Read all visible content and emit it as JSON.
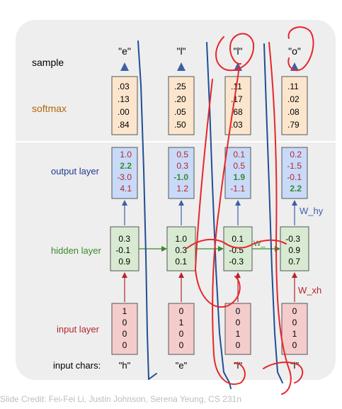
{
  "labels": {
    "sample": "sample",
    "softmax": "softmax",
    "output_layer": "output layer",
    "hidden_layer": "hidden layer",
    "input_layer": "input layer",
    "input_chars": "input chars:",
    "w_hy": "W_hy",
    "w_xh": "W_xh",
    "w_hh_partial": "W_"
  },
  "colors": {
    "softmax_label": "#b4660c",
    "output_label": "#1f3a93",
    "hidden_label": "#3a8a2a",
    "input_label": "#b3262d",
    "softmax_fill": "#fce5cd",
    "output_fill": "#c9daf8",
    "hidden_fill": "#d9ead3",
    "input_fill": "#f4cccc",
    "arrow_blue": "#3d5fa8",
    "arrow_red": "#b3262d",
    "arrow_green": "#3a8a2a",
    "annotation_red": "#e8262a",
    "annotation_blue": "#1f4f95"
  },
  "columns": [
    {
      "sample": "\"e\"",
      "softmax": [
        ".03",
        ".13",
        ".00",
        ".84"
      ],
      "output": [
        "1.0",
        "2.2",
        "-3.0",
        "4.1"
      ],
      "output_bold": [
        false,
        true,
        false,
        false
      ],
      "hidden": [
        "0.3",
        "-0.1",
        "0.9"
      ],
      "input": [
        "1",
        "0",
        "0",
        "0"
      ],
      "char": "\"h\""
    },
    {
      "sample": "\"l\"",
      "softmax": [
        ".25",
        ".20",
        ".05",
        ".50"
      ],
      "output": [
        "0.5",
        "0.3",
        "-1.0",
        "1.2"
      ],
      "output_bold": [
        false,
        false,
        true,
        false
      ],
      "hidden": [
        "1.0",
        "0.3",
        "0.1"
      ],
      "input": [
        "0",
        "1",
        "0",
        "0"
      ],
      "char": "\"e\""
    },
    {
      "sample": "\"l\"",
      "softmax": [
        ".11",
        ".17",
        ".68",
        ".03"
      ],
      "output": [
        "0.1",
        "0.5",
        "1.9",
        "-1.1"
      ],
      "output_bold": [
        false,
        false,
        true,
        false
      ],
      "hidden": [
        "0.1",
        "-0.5",
        "-0.3"
      ],
      "input": [
        "0",
        "0",
        "1",
        "0"
      ],
      "char": "\"l\""
    },
    {
      "sample": "\"o\"",
      "softmax": [
        ".11",
        ".02",
        ".08",
        ".79"
      ],
      "output": [
        "0.2",
        "-1.5",
        "-0.1",
        "2.2"
      ],
      "output_bold": [
        false,
        false,
        false,
        true
      ],
      "hidden": [
        "-0.3",
        "0.9",
        "0.7"
      ],
      "input": [
        "0",
        "0",
        "1",
        "0"
      ],
      "char": "\"l\""
    }
  ],
  "credit": "Slide Credit: Fei-Fei Li, Justin Johnson, Serena Yeung, CS 231n"
}
